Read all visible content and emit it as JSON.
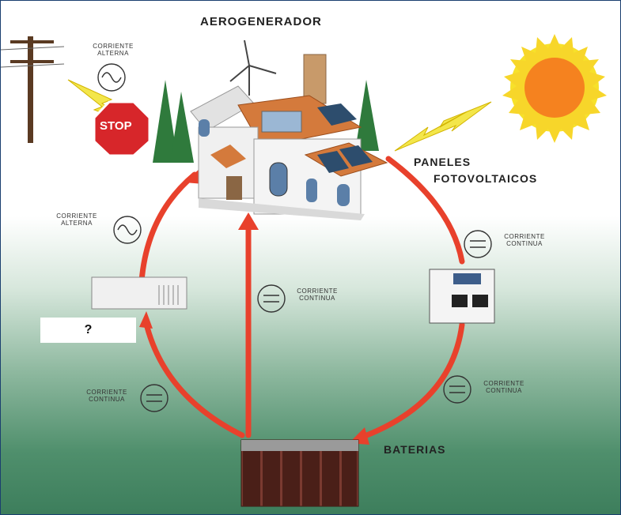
{
  "labels": {
    "aerogenerador": "AEROGENERADOR",
    "paneles_line1": "PANELES",
    "paneles_line2": "FOTOVOLTAICOS",
    "baterias": "BATERIAS",
    "stop": "STOP",
    "unknown_box": "?"
  },
  "currents": {
    "top_left": {
      "line1": "CORRIENTE",
      "line2": "ALTERNA"
    },
    "mid_left": {
      "line1": "CORRIENTE",
      "line2": "ALTERNA"
    },
    "center": {
      "line1": "CORRIENTE",
      "line2": "CONTINUA"
    },
    "right_upper": {
      "line1": "CORRIENTE",
      "line2": "CONTINUA"
    },
    "right_lower": {
      "line1": "CORRIENTE",
      "line2": "CONTINUA"
    },
    "bottom_left": {
      "line1": "CORRIENTE",
      "line2": "CONTINUA"
    }
  },
  "colors": {
    "arrow": "#e8412c",
    "sun": "#f5821f",
    "sun_rays": "#f7e12a",
    "bolt": "#f3e64a",
    "stop": "#d7262a"
  }
}
